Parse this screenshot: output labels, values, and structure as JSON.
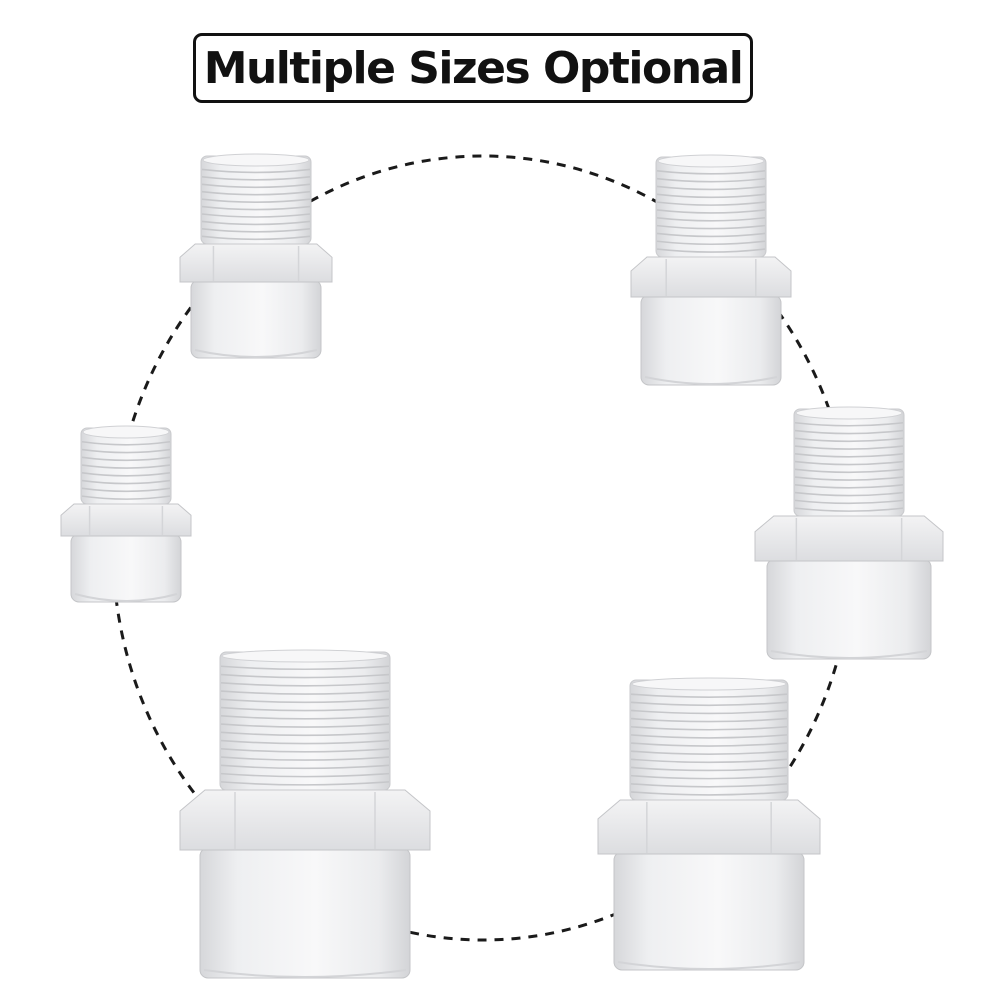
{
  "title": "Multiple Sizes Optional",
  "colors": {
    "background": "#ffffff",
    "text": "#111111",
    "border": "#111111",
    "dashed_circle": "#1a1a1a",
    "pvc_light": "#f6f6f7",
    "pvc_mid": "#e6e7e9",
    "pvc_shadow": "#c9cacd"
  },
  "fittings": [
    {
      "name": "fitting-top-left",
      "icon": "pvc-male-adapter"
    },
    {
      "name": "fitting-top-right",
      "icon": "pvc-male-adapter"
    },
    {
      "name": "fitting-middle-left",
      "icon": "pvc-male-adapter"
    },
    {
      "name": "fitting-middle-right",
      "icon": "pvc-male-adapter"
    },
    {
      "name": "fitting-bottom-left",
      "icon": "pvc-male-adapter"
    },
    {
      "name": "fitting-bottom-right",
      "icon": "pvc-male-adapter"
    }
  ]
}
